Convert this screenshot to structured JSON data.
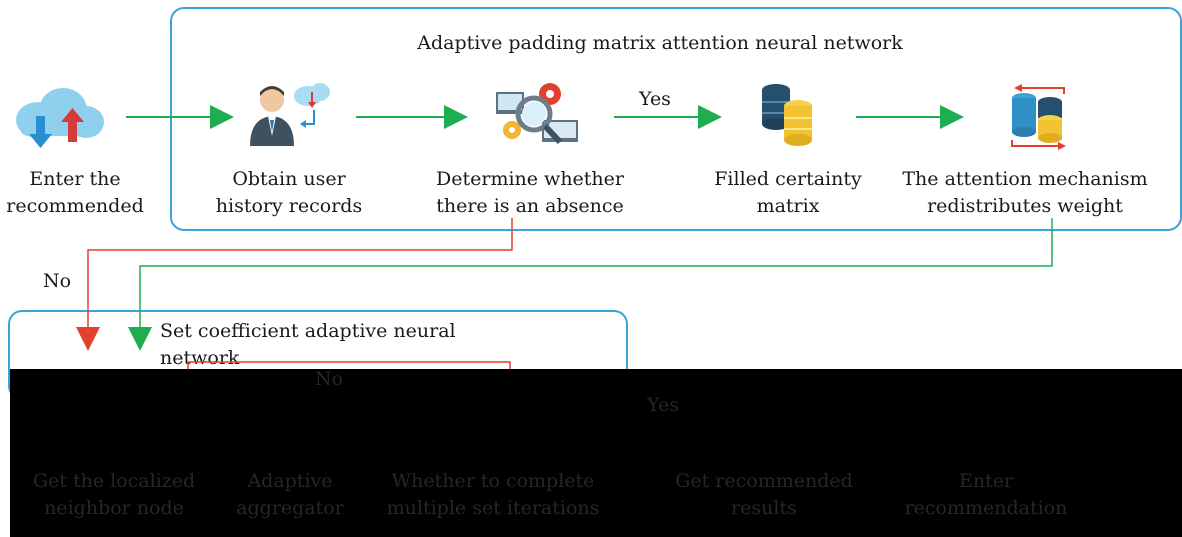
{
  "top_panel": {
    "title": "Adaptive padding matrix attention neural network",
    "yes_label": "Yes"
  },
  "steps_top": [
    {
      "lines": [
        "Enter the",
        "recommended"
      ],
      "icon": "cloud-upload-download-icon"
    },
    {
      "lines": [
        "Obtain user",
        "history records"
      ],
      "icon": "user-history-icon"
    },
    {
      "lines": [
        "Determine whether",
        "there is an absence"
      ],
      "icon": "analysis-magnifier-icon"
    },
    {
      "lines": [
        "Filled certainty",
        "matrix"
      ],
      "icon": "database-stack-icon"
    },
    {
      "lines": [
        "The attention mechanism",
        "redistributes weight"
      ],
      "icon": "database-sync-icon"
    }
  ],
  "no_label": "No",
  "bottom_panel": {
    "title": "Set coefficient adaptive neural network",
    "no_label": "No",
    "yes_label": "Yes"
  },
  "steps_bottom": [
    {
      "lines": [
        "Get the localized",
        "neighbor node"
      ]
    },
    {
      "lines": [
        "Adaptive",
        "aggregator"
      ]
    },
    {
      "lines": [
        "Whether to complete",
        "multiple set iterations"
      ]
    },
    {
      "lines": [
        "Get recommended",
        "results"
      ]
    },
    {
      "lines": [
        "Enter",
        "recommendation"
      ]
    }
  ],
  "colors": {
    "panel_border": "#3aa3d8",
    "yes_arrow": "#1fae4f",
    "no_arrow": "#e2402f",
    "hidden_text": "#262626"
  }
}
